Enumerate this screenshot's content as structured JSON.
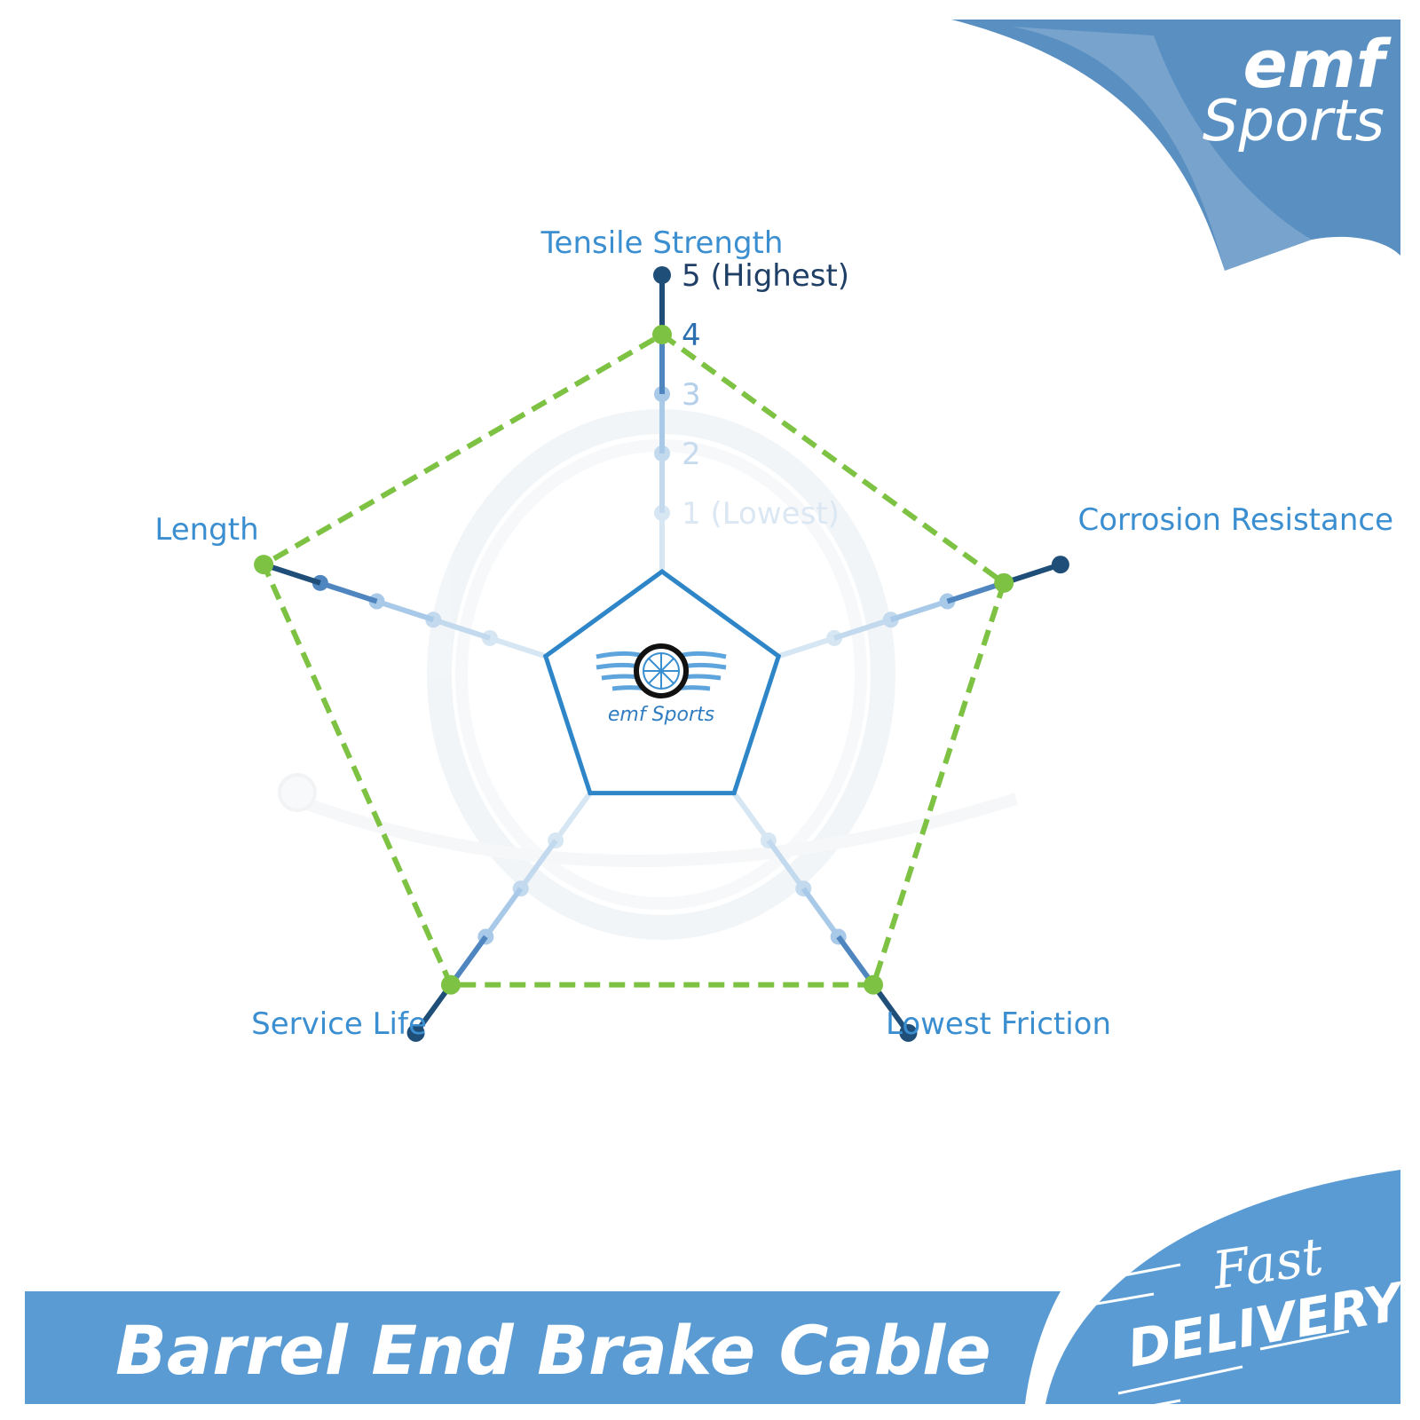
{
  "brand": {
    "line1": "emf",
    "line2": "Sports",
    "center_logo_text": "emf Sports",
    "color": "#5a9bd3"
  },
  "banner": {
    "title": "Barrel End Brake Cable",
    "badge_line1": "Fast",
    "badge_line2": "DELIVERY",
    "color": "#5a9bd3"
  },
  "chart_data": {
    "type": "radar",
    "axes": [
      "Tensile Strength",
      "Corrosion Resistance",
      "Lowest Friction",
      "Service Life",
      "Length"
    ],
    "scale": {
      "min": 1,
      "max": 5
    },
    "tick_labels": [
      "1 (Lowest)",
      "2",
      "3",
      "4",
      "5 (Highest)"
    ],
    "series": [
      {
        "values": [
          4,
          4,
          4,
          4,
          5
        ],
        "color": "#7dc242",
        "style": "dashed"
      }
    ],
    "colors": {
      "axis_dark": "#1f4e79",
      "axis_light": "#cfe2f3",
      "label": "#3b8fd0",
      "center": "#2e86c8"
    }
  }
}
